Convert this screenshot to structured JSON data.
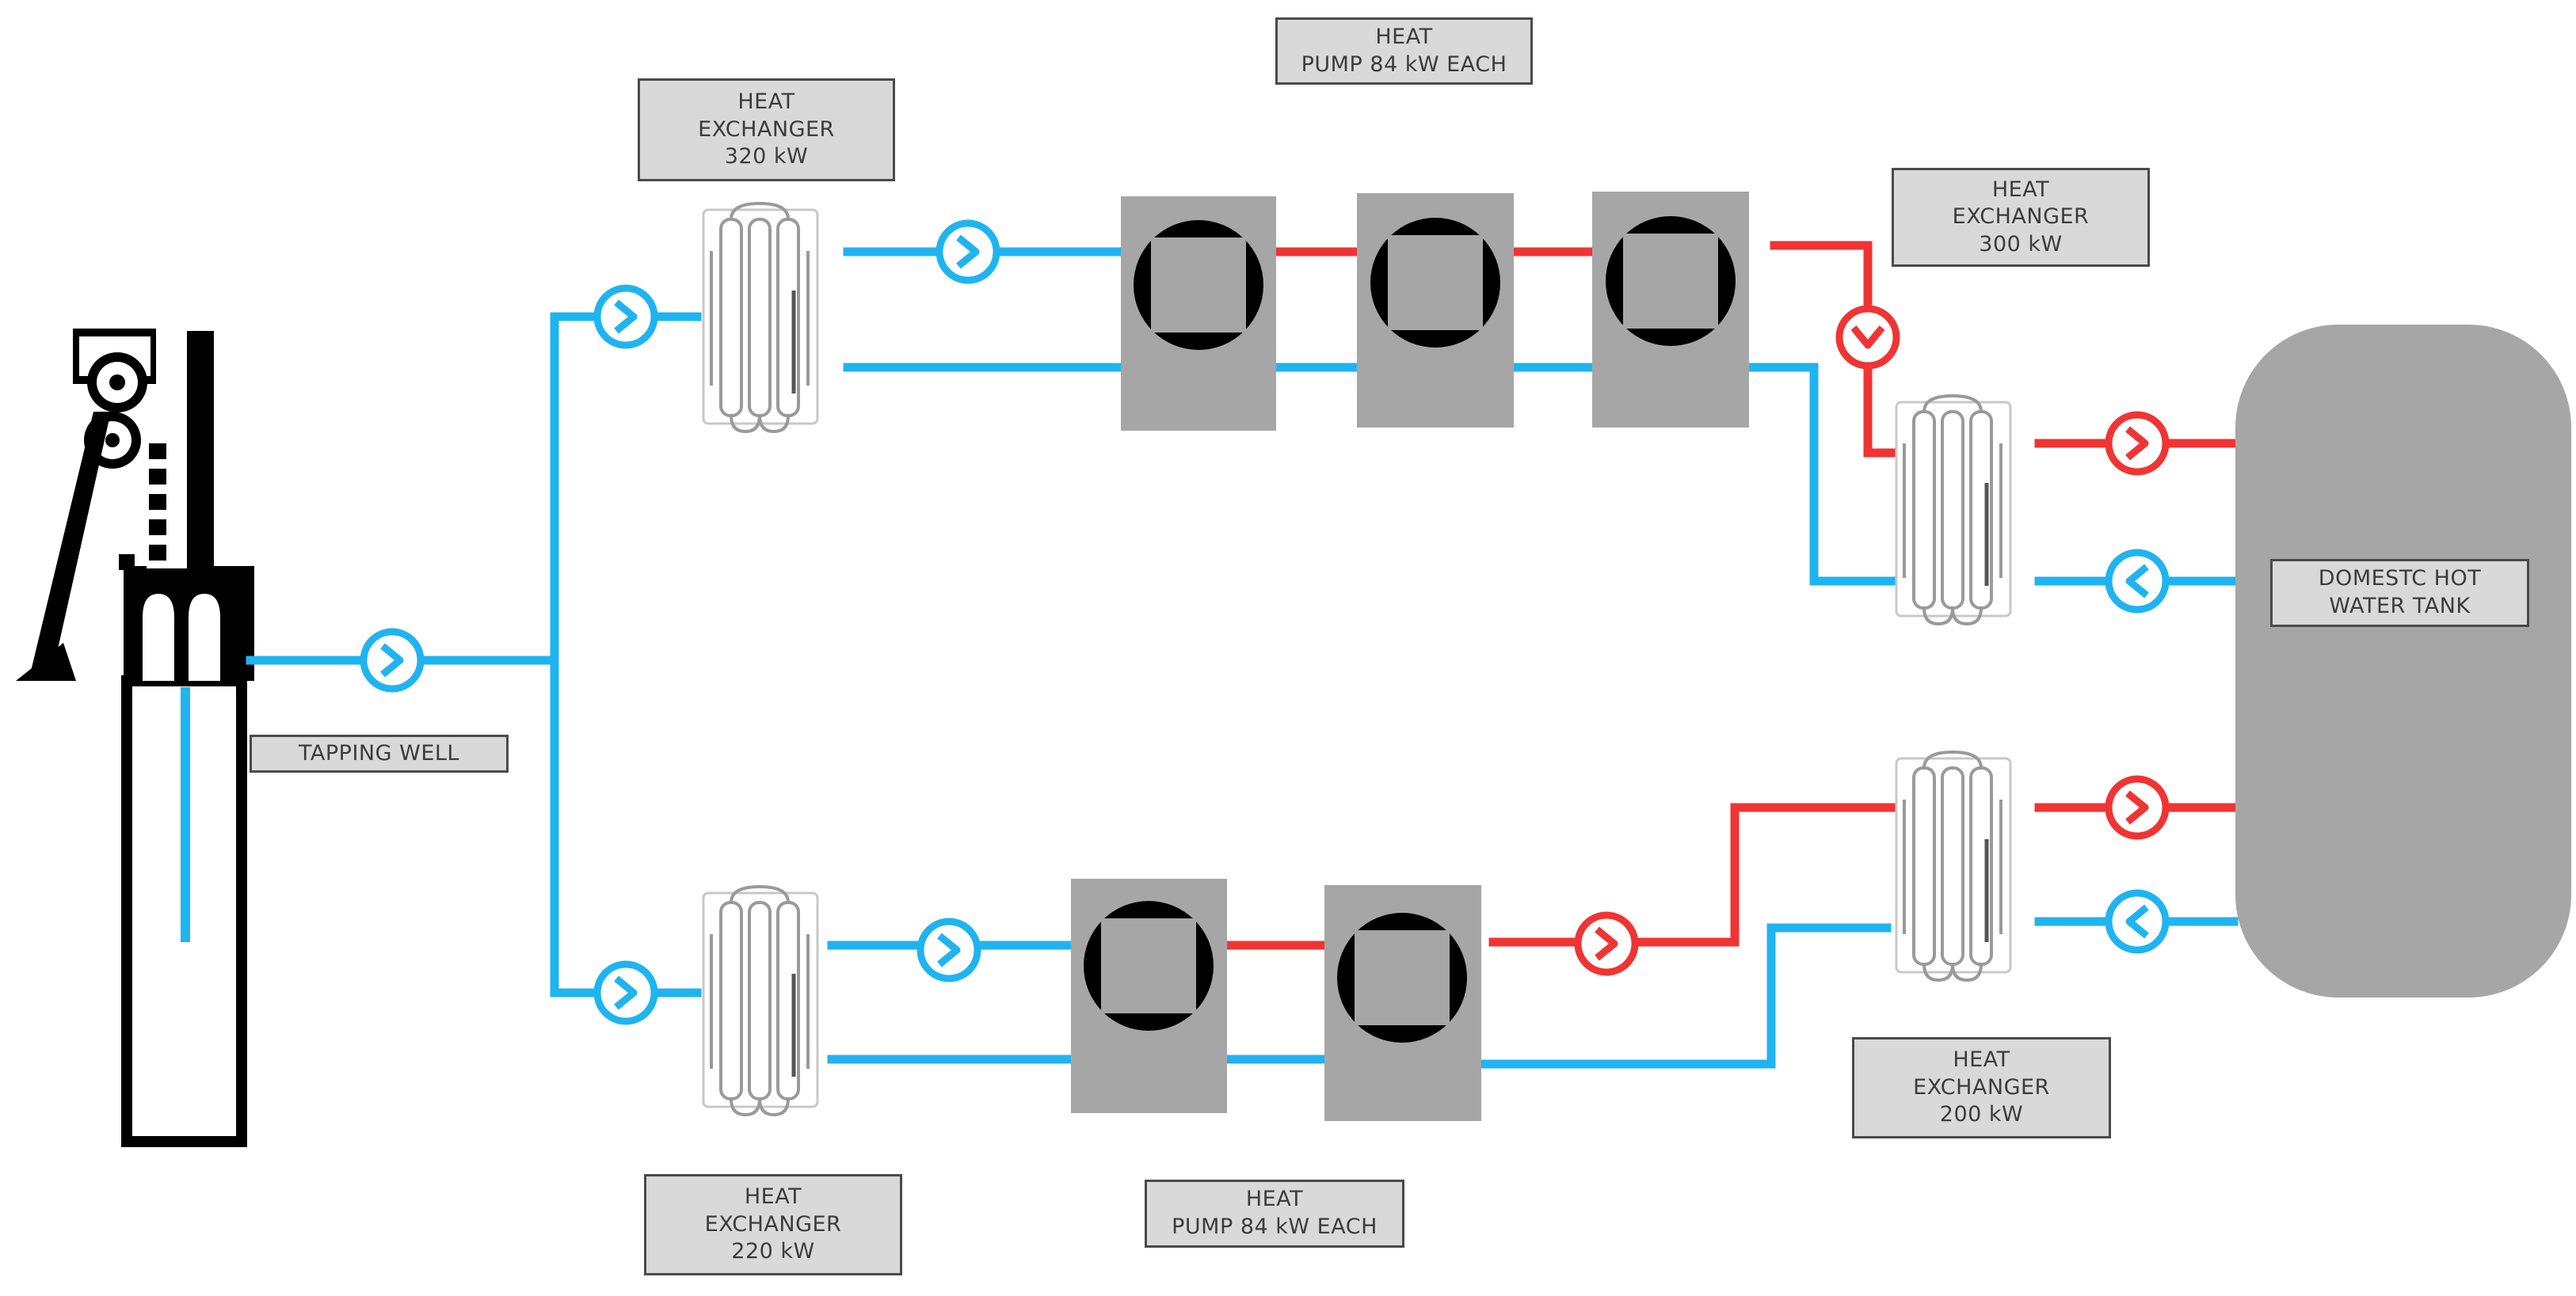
{
  "labels": {
    "hx_top_left": {
      "line1": "HEAT",
      "line2": "EXCHANGER",
      "line3": "320 kW"
    },
    "hp_top": {
      "line1": "HEAT",
      "line2": "PUMP 84 kW EACH"
    },
    "hx_top_right": {
      "line1": "HEAT",
      "line2": "EXCHANGER",
      "line3": "300 kW"
    },
    "tank": {
      "line1": "DOMESTC HOT",
      "line2": "WATER TANK"
    },
    "well": {
      "line1": "TAPPING WELL"
    },
    "hx_bottom_left": {
      "line1": "HEAT",
      "line2": "EXCHANGER",
      "line3": "220 kW"
    },
    "hp_bottom": {
      "line1": "HEAT",
      "line2": "PUMP 84 kW EACH"
    },
    "hx_bottom_right": {
      "line1": "HEAT",
      "line2": "EXCHANGER",
      "line3": "200 kW"
    }
  },
  "colors": {
    "cold_pipe": "#1fb4f0",
    "hot_pipe": "#f03434",
    "unit_fill": "#a6a6a6",
    "label_fill": "#d9d9d9",
    "tower": "#000000"
  }
}
